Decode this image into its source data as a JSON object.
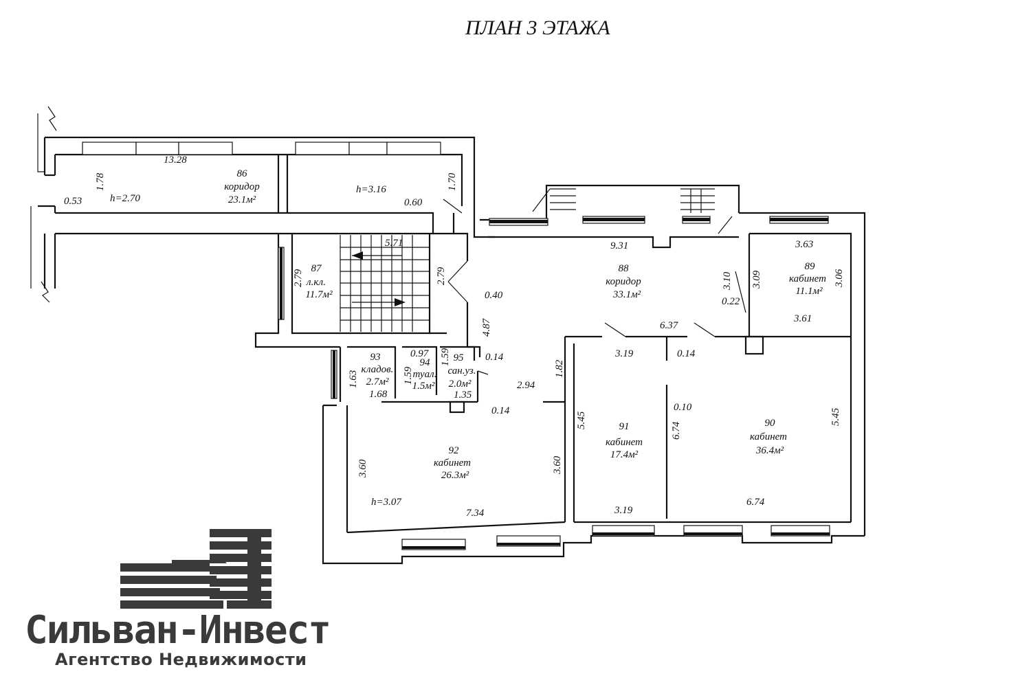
{
  "title": "ПЛАН 3 ЭТАЖА",
  "rooms": [
    {
      "num": "86",
      "name": "коридор",
      "area": "23.1м²"
    },
    {
      "num": "87",
      "name": "л.кл.",
      "area": "11.7м²"
    },
    {
      "num": "88",
      "name": "коридор",
      "area": "33.1м²"
    },
    {
      "num": "89",
      "name": "кабинет",
      "area": "11.1м²"
    },
    {
      "num": "90",
      "name": "кабинет",
      "area": "36.4м²"
    },
    {
      "num": "91",
      "name": "кабинет",
      "area": "17.4м²"
    },
    {
      "num": "92",
      "name": "кабинет",
      "area": "26.3м²"
    },
    {
      "num": "93",
      "name": "кладов.",
      "area": "2.7м²"
    },
    {
      "num": "94",
      "name": "туал.",
      "area": "1.5м²"
    },
    {
      "num": "95",
      "name": "сан.уз.",
      "area": "2.0м²"
    }
  ],
  "heights": [
    "h=2.70",
    "h=3.16",
    "h=3.07"
  ],
  "dimensions": [
    "13.28",
    "1.78",
    "1.70",
    "0.53",
    "0.60",
    "5.71",
    "2.79",
    "2.79",
    "0.40",
    "4.87",
    "9.31",
    "3.10",
    "3.09",
    "0.22",
    "3.63",
    "3.06",
    "3.61",
    "6.37",
    "3.19",
    "0.14",
    "1.82",
    "1.63",
    "0.97",
    "1.59",
    "1.59",
    "0.14",
    "1.68",
    "1.35",
    "2.94",
    "0.14",
    "5.45",
    "0.10",
    "6.74",
    "5.45",
    "3.60",
    "3.60",
    "7.34",
    "3.19",
    "6.74"
  ],
  "brand": {
    "name": "Сильван-Инвест",
    "subtitle": "Агентство Недвижимости"
  },
  "colors": {
    "ink": "#111111",
    "brand": "#3a3a3a"
  }
}
